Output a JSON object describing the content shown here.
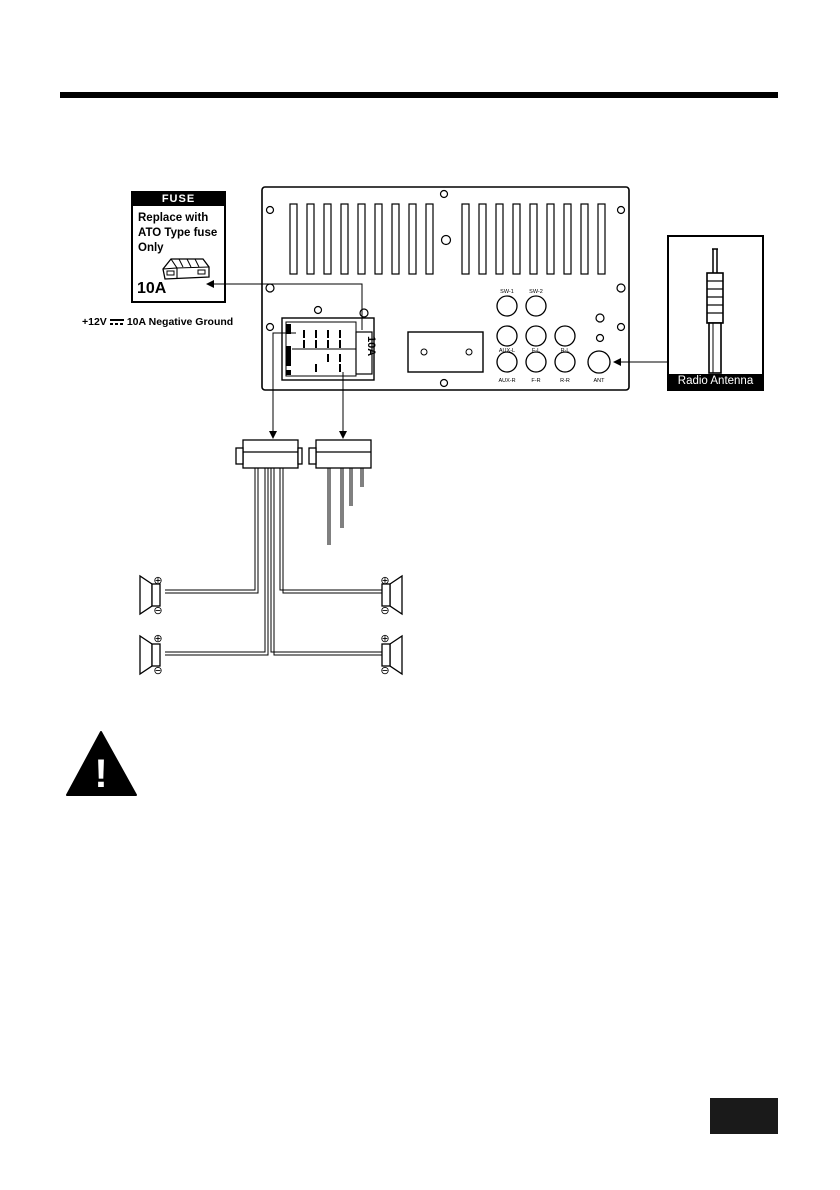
{
  "fuse_panel": {
    "header": "FUSE",
    "lines": [
      "Replace with",
      "ATO Type fuse",
      "Only"
    ],
    "rating": "10A"
  },
  "power_note": {
    "voltage": "+12V",
    "rest": "10A Negative Ground"
  },
  "harness_fuse_label": "10A",
  "antenna_panel": {
    "label": "Radio Antenna"
  },
  "rca_jacks": {
    "top_labels": [
      "SW-1",
      "SW-2"
    ],
    "mid_labels": [
      "AUX-L",
      "F-L",
      "R-L"
    ],
    "bottom_labels": [
      "AUX-R",
      "F-R",
      "R-R"
    ],
    "antenna_label": "ANT"
  },
  "speaker_terminals": {
    "positive": "⊕",
    "negative": "⊖"
  },
  "warning_icon": {
    "symbol": "!"
  },
  "colors": {
    "ink": "#000000",
    "tab": "#1a1a1a"
  }
}
